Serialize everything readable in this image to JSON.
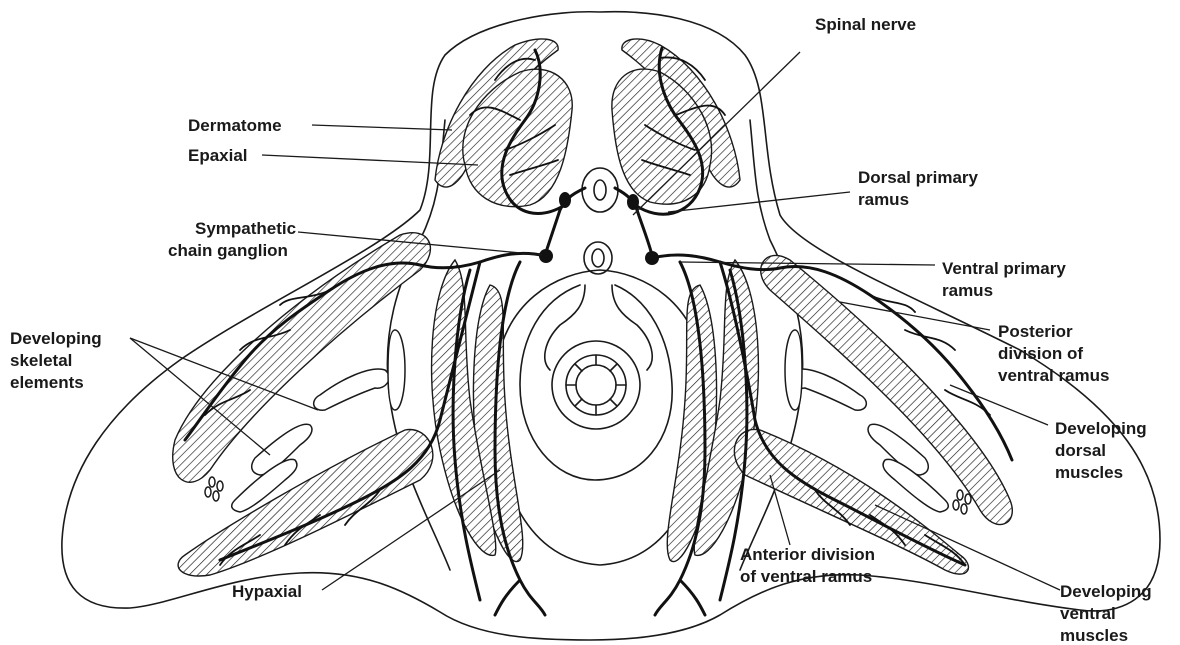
{
  "labels": {
    "dermatome": "Dermatome",
    "epaxial": "Epaxial",
    "spinal_nerve": "Spinal nerve",
    "dorsal_primary_ramus_1": "Dorsal primary",
    "dorsal_primary_ramus_2": "ramus",
    "sympathetic_1": "Sympathetic",
    "sympathetic_2": "chain ganglion",
    "ventral_primary_ramus_1": "Ventral primary",
    "ventral_primary_ramus_2": "ramus",
    "skeletal_1": "Developing",
    "skeletal_2": "skeletal",
    "skeletal_3": "elements",
    "posterior_1": "Posterior",
    "posterior_2": "division of",
    "posterior_3": "ventral ramus",
    "dorsal_muscles_1": "Developing",
    "dorsal_muscles_2": "dorsal",
    "dorsal_muscles_3": "muscles",
    "hypaxial": "Hypaxial",
    "anterior_1": "Anterior division",
    "anterior_2": "of ventral ramus",
    "ventral_muscles_1": "Developing",
    "ventral_muscles_2": "ventral",
    "ventral_muscles_3": "muscles"
  },
  "colors": {
    "ink": "#1a1a1a",
    "background": "#ffffff"
  }
}
